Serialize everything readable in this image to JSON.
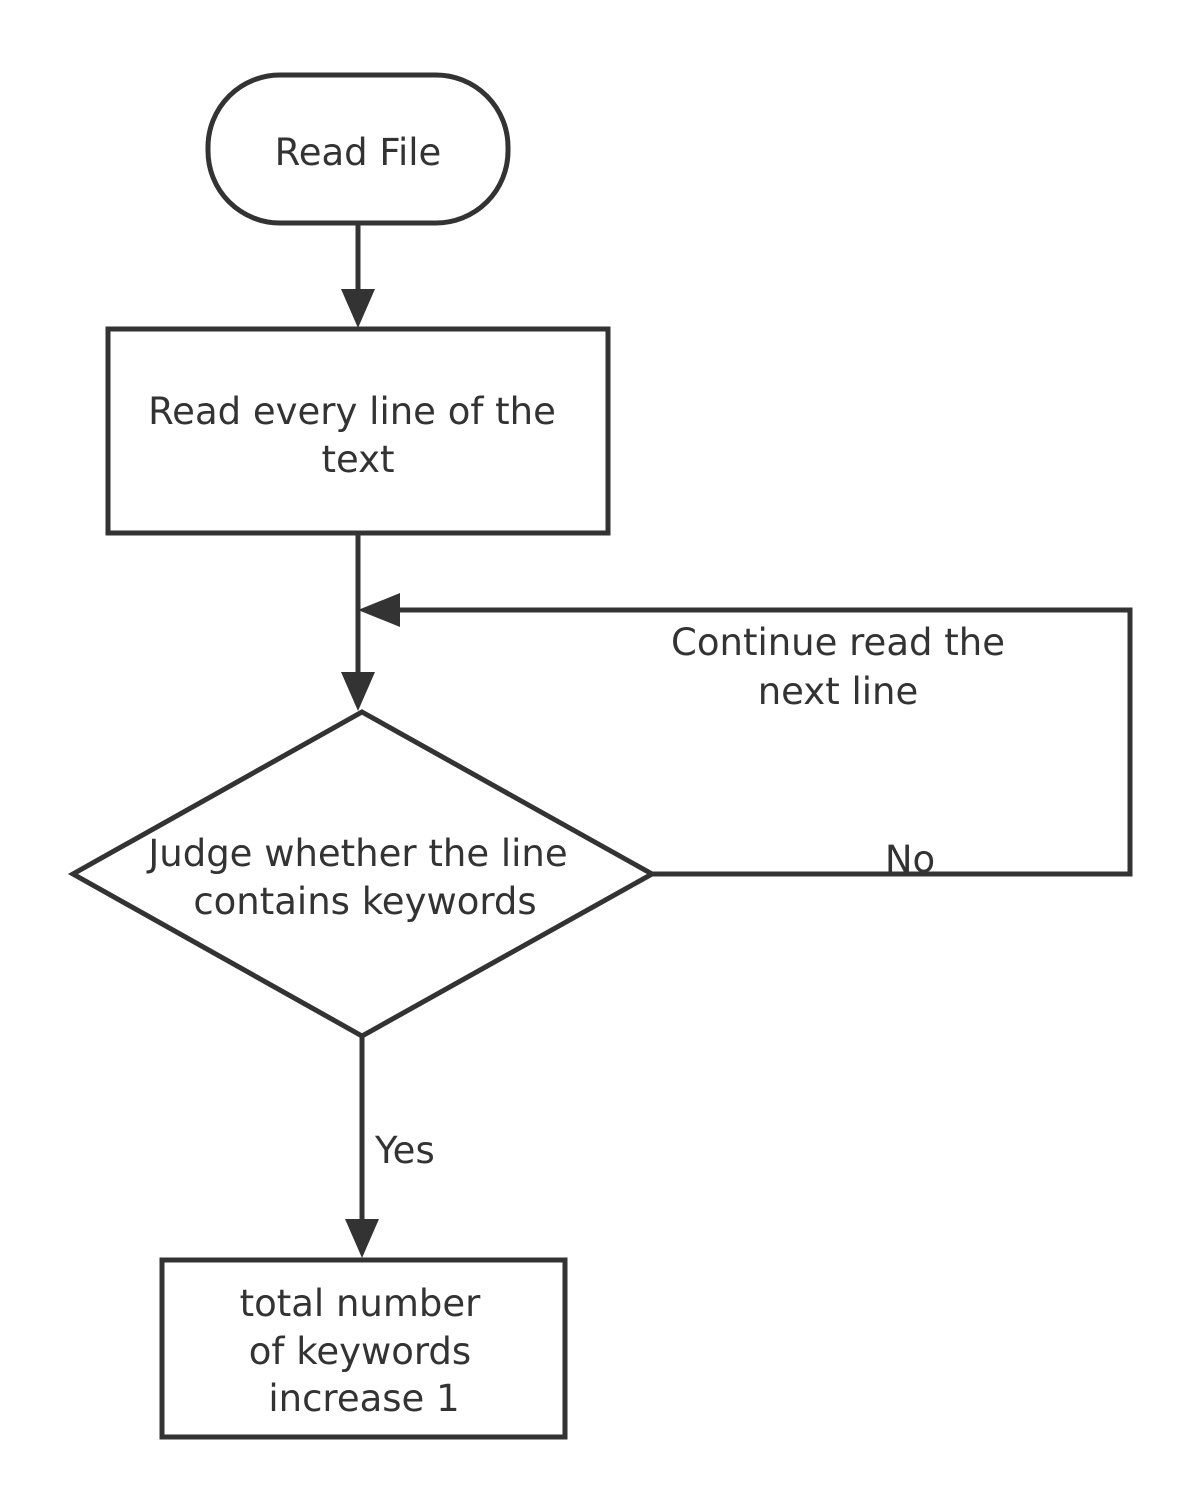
{
  "diagram": {
    "nodes": {
      "start": {
        "lines": [
          "Read File"
        ]
      },
      "read_lines": {
        "lines": [
          "Read every line of the",
          "text"
        ]
      },
      "decision": {
        "lines": [
          "Judge whether the line",
          "contains keywords"
        ]
      },
      "increment": {
        "lines": [
          "total number",
          "of keywords",
          "increase 1"
        ]
      }
    },
    "edges": {
      "loop_back": {
        "lines": [
          "Continue read the",
          "next line"
        ]
      },
      "no": {
        "label": "No"
      },
      "yes": {
        "label": "Yes"
      }
    }
  },
  "colors": {
    "stroke": "#333333",
    "background": "#ffffff",
    "text": "#333333"
  }
}
